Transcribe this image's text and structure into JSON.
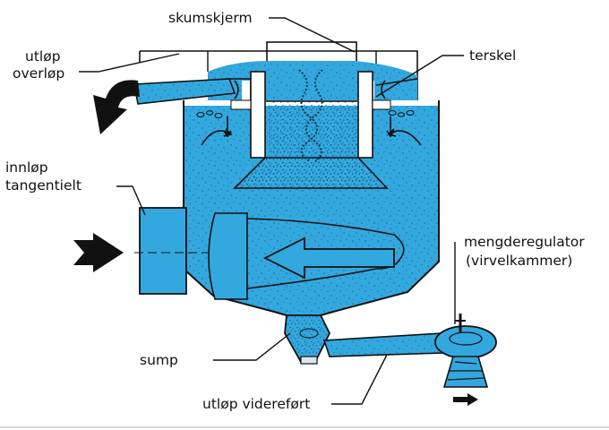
{
  "labels": {
    "foam_screen": "skumskjerm",
    "overflow_outlet_line1": "utløp",
    "overflow_outlet_line2": "overløp",
    "weir": "terskel",
    "inlet_line1": "innløp",
    "inlet_line2": "tangentielt",
    "flow_regulator_line1": "mengderegulator",
    "flow_regulator_line2": "(virvelkammer)",
    "sump": "sump",
    "outlet_forwarded": "utløp videreført"
  },
  "colors": {
    "water": "#33a8df",
    "water_dark": "#1d86c0",
    "line": "#111111",
    "foam_white": "#ffffff"
  },
  "icons": {
    "inlet_arrow": "big-right-arrow-icon",
    "overflow_arrow": "big-curved-down-arrow-icon",
    "discharge_arrow": "small-right-arrow-icon"
  }
}
